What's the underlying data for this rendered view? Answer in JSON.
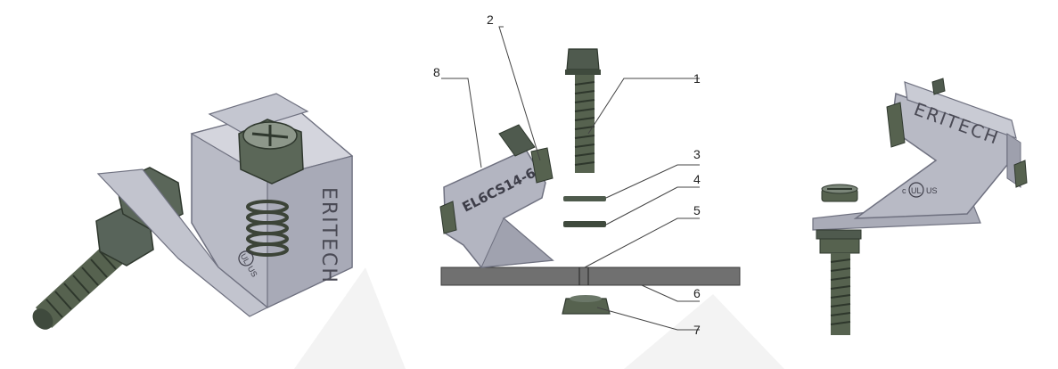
{
  "brand": "ERITECH",
  "part_number": "EL6CS14-6",
  "cert_mark": {
    "circle": "UL",
    "country": "US",
    "prefix": "c"
  },
  "callouts": [
    {
      "num": "1"
    },
    {
      "num": "2"
    },
    {
      "num": "3"
    },
    {
      "num": "4"
    },
    {
      "num": "5"
    },
    {
      "num": "6"
    },
    {
      "num": "7"
    },
    {
      "num": "8"
    }
  ],
  "colors": {
    "metal_light": "#c9cad3",
    "metal_mid": "#a7a9b6",
    "metal_dark": "#7d7f8e",
    "bolt": "#4e5a4c",
    "bolt_dark": "#2f382e",
    "plate": "#6e6e6e",
    "watermark": "#f2f2f2"
  }
}
